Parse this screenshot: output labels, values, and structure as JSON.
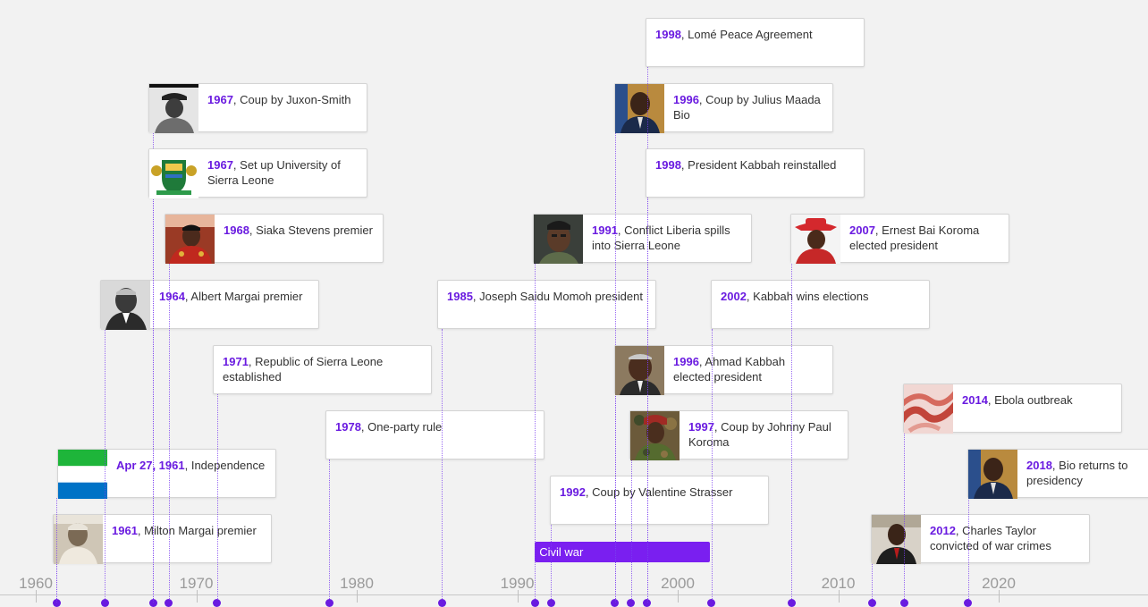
{
  "colors": {
    "accent": "#6a1be0",
    "bar": "#7a1ff0",
    "background": "#f2f2f2",
    "card": "#ffffff"
  },
  "axis": {
    "ticks": [
      "1960",
      "1970",
      "1980",
      "1990",
      "2000",
      "2010",
      "2020"
    ]
  },
  "period": {
    "label": "Civil war",
    "start": 1991.1,
    "end": 2002.0
  },
  "events": [
    {
      "id": "milton-margai",
      "date": "1961",
      "rest": ", Milton Margai premier",
      "year": 1961.3,
      "thumb": "portrait-sepia-icon"
    },
    {
      "id": "independence",
      "date": "Apr 27, 1961",
      "rest": ", Independence",
      "year": 1961.3,
      "thumb": "sierra-leone-flag-icon"
    },
    {
      "id": "albert-margai",
      "date": "1964",
      "rest": ", Albert Margai premier",
      "year": 1964.3,
      "thumb": "portrait-bw-icon"
    },
    {
      "id": "juxon-smith",
      "date": "1967",
      "rest": ", Coup by Juxon-Smith",
      "year": 1967.3,
      "thumb": "portrait-officer-icon"
    },
    {
      "id": "university",
      "date": "1967",
      "rest": ", Set up University of Sierra Leone",
      "year": 1967.3,
      "thumb": "crest-icon"
    },
    {
      "id": "siaka-stevens",
      "date": "1968",
      "rest": ", Siaka Stevens premier",
      "year": 1968.3,
      "thumb": "portrait-red-icon"
    },
    {
      "id": "republic",
      "date": "1971",
      "rest": ", Republic of Sierra Leone established",
      "year": 1971.3,
      "thumb": ""
    },
    {
      "id": "one-party",
      "date": "1978",
      "rest": ", One-party rule",
      "year": 1978.3,
      "thumb": ""
    },
    {
      "id": "momoh",
      "date": "1985",
      "rest": ", Joseph Saidu Momoh president",
      "year": 1985.3,
      "thumb": ""
    },
    {
      "id": "liberia-conflict",
      "date": "1991",
      "rest": ", Conflict Liberia spills into Sierra Leone",
      "year": 1991.1,
      "thumb": "portrait-fighter-icon"
    },
    {
      "id": "strasser",
      "date": "1992",
      "rest": ", Coup by Valentine Strasser",
      "year": 1992.1,
      "thumb": ""
    },
    {
      "id": "maada-bio-coup",
      "date": "1996",
      "rest": ", Coup by Julius Maada Bio",
      "year": 1996.1,
      "thumb": "portrait-suit-blue-icon"
    },
    {
      "id": "kabbah-elected",
      "date": "1996",
      "rest": ", Ahmad Kabbah elected president",
      "year": 1996.1,
      "thumb": "portrait-suit-icon"
    },
    {
      "id": "johnny-paul",
      "date": "1997",
      "rest": ", Coup by Johnny Paul Koroma",
      "year": 1997.1,
      "thumb": "portrait-camo-icon"
    },
    {
      "id": "lome",
      "date": "1998",
      "rest": ", Lomé Peace Agreement",
      "year": 1998.1,
      "thumb": ""
    },
    {
      "id": "kabbah-reinstalled",
      "date": "1998",
      "rest": ", President Kabbah reinstalled",
      "year": 1998.1,
      "thumb": ""
    },
    {
      "id": "kabbah-wins",
      "date": "2002",
      "rest": ", Kabbah wins elections",
      "year": 2002.1,
      "thumb": ""
    },
    {
      "id": "koroma-elected",
      "date": "2007",
      "rest": ", Ernest Bai Koroma elected president",
      "year": 2007.1,
      "thumb": "portrait-red-hat-icon"
    },
    {
      "id": "charles-taylor",
      "date": "2012",
      "rest": ", Charles Taylor convicted of war crimes",
      "year": 2012.1,
      "thumb": "portrait-court-icon"
    },
    {
      "id": "ebola",
      "date": "2014",
      "rest": ", Ebola outbreak",
      "year": 2014.1,
      "thumb": "ebola-virus-icon"
    },
    {
      "id": "bio-returns",
      "date": "2018",
      "rest": ", Bio returns to presidency",
      "year": 2018.1,
      "thumb": "portrait-suit-blue-icon"
    }
  ]
}
